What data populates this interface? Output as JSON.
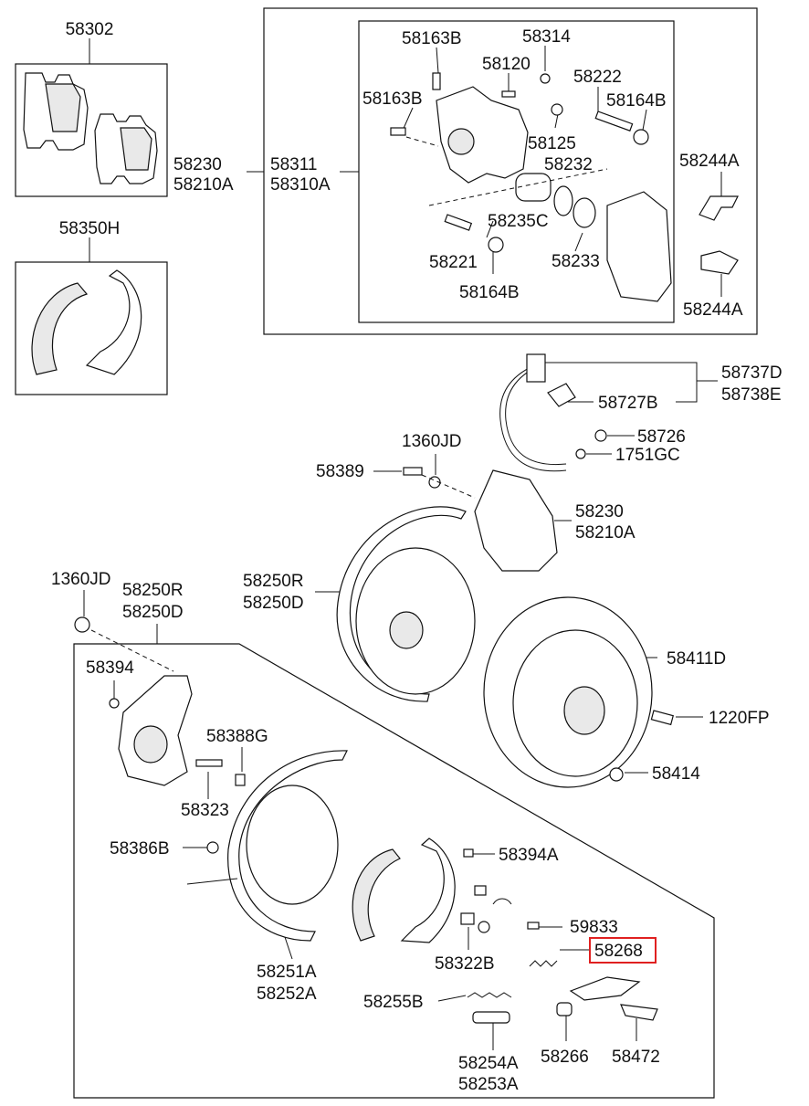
{
  "labels": {
    "p58302": "58302",
    "p58350H": "58350H",
    "p58230_top": "58230",
    "p58210A_top": "58210A",
    "p58311": "58311",
    "p58310A": "58310A",
    "p58163B_a": "58163B",
    "p58314": "58314",
    "p58120": "58120",
    "p58222": "58222",
    "p58163B_b": "58163B",
    "p58164B_a": "58164B",
    "p58125": "58125",
    "p58232": "58232",
    "p58235C": "58235C",
    "p58221": "58221",
    "p58233": "58233",
    "p58164B_b": "58164B",
    "p58244A_a": "58244A",
    "p58244A_b": "58244A",
    "p58737D": "58737D",
    "p58738E": "58738E",
    "p58727B": "58727B",
    "p58726": "58726",
    "p1751GC": "1751GC",
    "p1360JD_a": "1360JD",
    "p58389": "58389",
    "p58230_mid": "58230",
    "p58210A_mid": "58210A",
    "p58250R_a": "58250R",
    "p58250D_a": "58250D",
    "p1360JD_b": "1360JD",
    "p58250R_b": "58250R",
    "p58250D_b": "58250D",
    "p58411D": "58411D",
    "p58394": "58394",
    "p1220FP": "1220FP",
    "p58388G": "58388G",
    "p58414": "58414",
    "p58323": "58323",
    "p58386B": "58386B",
    "p58394A": "58394A",
    "p59833": "59833",
    "p58268": "58268",
    "p58251A": "58251A",
    "p58252A": "58252A",
    "p58322B": "58322B",
    "p58255B": "58255B",
    "p58254A": "58254A",
    "p58253A": "58253A",
    "p58266": "58266",
    "p58472": "58472"
  },
  "highlight_color": "#e02020"
}
